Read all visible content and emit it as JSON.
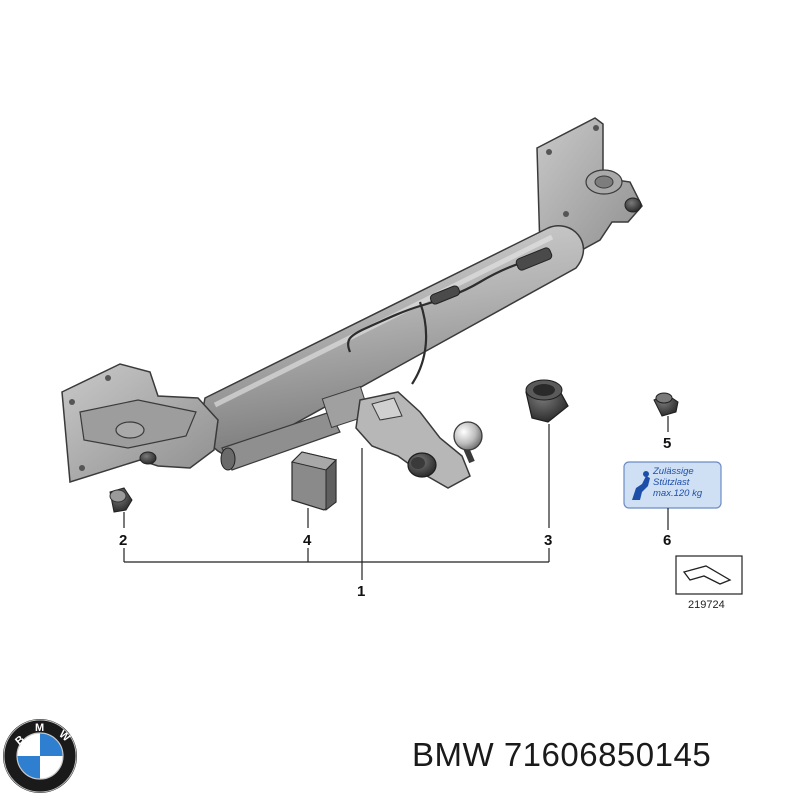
{
  "diagram": {
    "callouts": [
      {
        "id": "1",
        "label": "1"
      },
      {
        "id": "2",
        "label": "2"
      },
      {
        "id": "3",
        "label": "3"
      },
      {
        "id": "4",
        "label": "4"
      },
      {
        "id": "5",
        "label": "5"
      },
      {
        "id": "6",
        "label": "6"
      }
    ],
    "label_sticker": {
      "line1": "Zulässige",
      "line2": "Stützlast",
      "line3": "max.120 kg"
    },
    "reference_number": "219724"
  },
  "brand": {
    "logo_letters": "BMW",
    "caption": "BMW 71606850145"
  },
  "colors": {
    "part_fill": "#b9b9b9",
    "part_stroke": "#3a3a3a",
    "sticker_fill": "#cfe0f5",
    "sticker_text": "#1e4fa8",
    "logo_blue": "#2f7fd0"
  }
}
